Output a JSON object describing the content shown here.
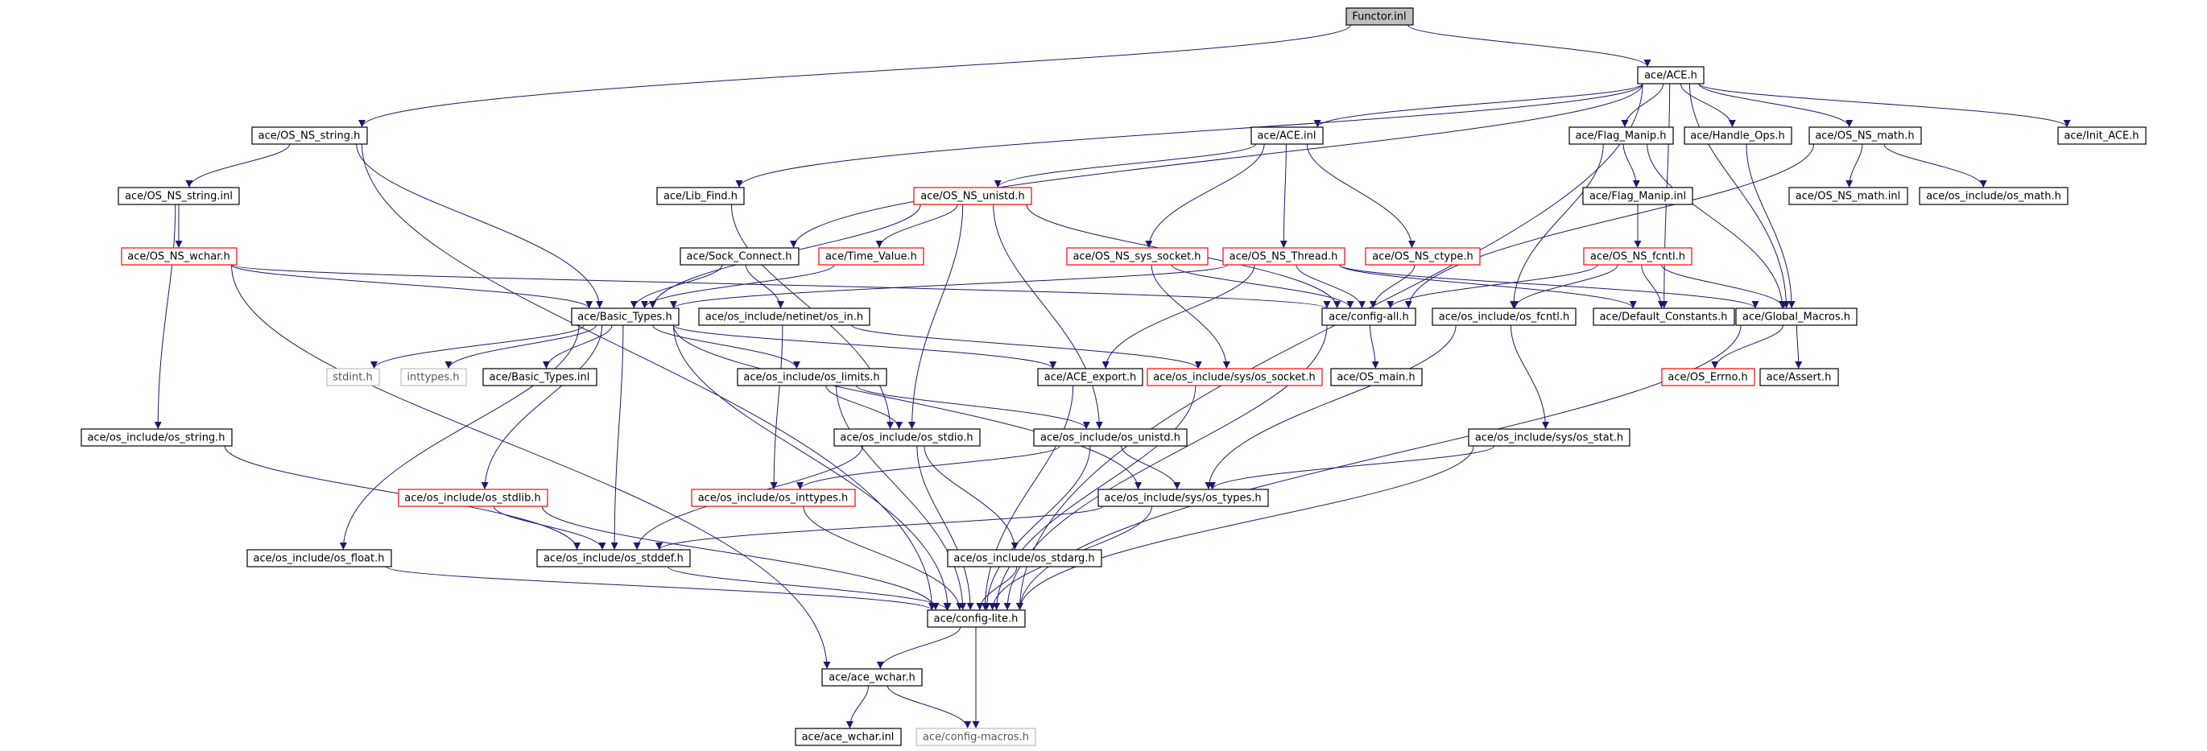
{
  "graph": {
    "root": "Functor.inl",
    "colors": {
      "edge": "#191970",
      "root_fill": "#bfbfbf",
      "normal_border": "#000000",
      "missing_border": "#ff0000",
      "external_border": "#bfbfbf"
    },
    "nodes": [
      {
        "id": "functor_inl",
        "label": "Functor.inl",
        "kind": "root"
      },
      {
        "id": "ace_h",
        "label": "ace/ACE.h",
        "kind": "normal"
      },
      {
        "id": "os_ns_string_h",
        "label": "ace/OS_NS_string.h",
        "kind": "normal"
      },
      {
        "id": "ace_inl",
        "label": "ace/ACE.inl",
        "kind": "normal"
      },
      {
        "id": "flag_manip_h",
        "label": "ace/Flag_Manip.h",
        "kind": "normal"
      },
      {
        "id": "handle_ops_h",
        "label": "ace/Handle_Ops.h",
        "kind": "normal"
      },
      {
        "id": "os_ns_math_h",
        "label": "ace/OS_NS_math.h",
        "kind": "normal"
      },
      {
        "id": "init_ace_h",
        "label": "ace/Init_ACE.h",
        "kind": "normal"
      },
      {
        "id": "os_ns_string_inl",
        "label": "ace/OS_NS_string.inl",
        "kind": "normal"
      },
      {
        "id": "lib_find_h",
        "label": "ace/Lib_Find.h",
        "kind": "normal"
      },
      {
        "id": "os_ns_unistd_h",
        "label": "ace/OS_NS_unistd.h",
        "kind": "red"
      },
      {
        "id": "flag_manip_inl",
        "label": "ace/Flag_Manip.inl",
        "kind": "normal"
      },
      {
        "id": "os_ns_math_inl",
        "label": "ace/OS_NS_math.inl",
        "kind": "normal"
      },
      {
        "id": "os_math_h",
        "label": "ace/os_include/os_math.h",
        "kind": "normal"
      },
      {
        "id": "os_ns_wchar_h",
        "label": "ace/OS_NS_wchar.h",
        "kind": "red"
      },
      {
        "id": "sock_connect_h",
        "label": "ace/Sock_Connect.h",
        "kind": "normal"
      },
      {
        "id": "time_value_h",
        "label": "ace/Time_Value.h",
        "kind": "red"
      },
      {
        "id": "os_ns_sys_socket_h",
        "label": "ace/OS_NS_sys_socket.h",
        "kind": "red"
      },
      {
        "id": "os_ns_thread_h",
        "label": "ace/OS_NS_Thread.h",
        "kind": "red"
      },
      {
        "id": "os_ns_ctype_h",
        "label": "ace/OS_NS_ctype.h",
        "kind": "red"
      },
      {
        "id": "os_ns_fcntl_h",
        "label": "ace/OS_NS_fcntl.h",
        "kind": "red"
      },
      {
        "id": "basic_types_h",
        "label": "ace/Basic_Types.h",
        "kind": "normal"
      },
      {
        "id": "netinet_os_in_h",
        "label": "ace/os_include/netinet/os_in.h",
        "kind": "normal"
      },
      {
        "id": "config_all_h",
        "label": "ace/config-all.h",
        "kind": "normal"
      },
      {
        "id": "os_fcntl_h",
        "label": "ace/os_include/os_fcntl.h",
        "kind": "normal"
      },
      {
        "id": "default_constants_h",
        "label": "ace/Default_Constants.h",
        "kind": "normal"
      },
      {
        "id": "global_macros_h",
        "label": "ace/Global_Macros.h",
        "kind": "normal"
      },
      {
        "id": "stdint_h",
        "label": "stdint.h",
        "kind": "gray"
      },
      {
        "id": "inttypes_h",
        "label": "inttypes.h",
        "kind": "gray"
      },
      {
        "id": "basic_types_inl",
        "label": "ace/Basic_Types.inl",
        "kind": "normal"
      },
      {
        "id": "os_limits_h",
        "label": "ace/os_include/os_limits.h",
        "kind": "normal"
      },
      {
        "id": "ace_export_h",
        "label": "ace/ACE_export.h",
        "kind": "normal"
      },
      {
        "id": "sys_os_socket_h",
        "label": "ace/os_include/sys/os_socket.h",
        "kind": "red"
      },
      {
        "id": "os_main_h",
        "label": "ace/OS_main.h",
        "kind": "normal"
      },
      {
        "id": "os_errno_h",
        "label": "ace/OS_Errno.h",
        "kind": "red"
      },
      {
        "id": "assert_h",
        "label": "ace/Assert.h",
        "kind": "normal"
      },
      {
        "id": "os_string_h",
        "label": "ace/os_include/os_string.h",
        "kind": "normal"
      },
      {
        "id": "os_stdio_h",
        "label": "ace/os_include/os_stdio.h",
        "kind": "normal"
      },
      {
        "id": "os_unistd_h",
        "label": "ace/os_include/os_unistd.h",
        "kind": "normal"
      },
      {
        "id": "sys_os_stat_h",
        "label": "ace/os_include/sys/os_stat.h",
        "kind": "normal"
      },
      {
        "id": "os_stdlib_h",
        "label": "ace/os_include/os_stdlib.h",
        "kind": "red"
      },
      {
        "id": "os_inttypes_h",
        "label": "ace/os_include/os_inttypes.h",
        "kind": "red"
      },
      {
        "id": "sys_os_types_h",
        "label": "ace/os_include/sys/os_types.h",
        "kind": "normal"
      },
      {
        "id": "os_float_h",
        "label": "ace/os_include/os_float.h",
        "kind": "normal"
      },
      {
        "id": "os_stddef_h",
        "label": "ace/os_include/os_stddef.h",
        "kind": "normal"
      },
      {
        "id": "os_stdarg_h",
        "label": "ace/os_include/os_stdarg.h",
        "kind": "normal"
      },
      {
        "id": "config_lite_h",
        "label": "ace/config-lite.h",
        "kind": "normal"
      },
      {
        "id": "ace_wchar_h",
        "label": "ace/ace_wchar.h",
        "kind": "normal"
      },
      {
        "id": "ace_wchar_inl",
        "label": "ace/ace_wchar.inl",
        "kind": "normal"
      },
      {
        "id": "config_macros_h",
        "label": "ace/config-macros.h",
        "kind": "gray"
      }
    ],
    "edges": [
      [
        "functor_inl",
        "ace_h"
      ],
      [
        "functor_inl",
        "os_ns_string_h"
      ],
      [
        "ace_h",
        "ace_inl"
      ],
      [
        "ace_h",
        "lib_find_h"
      ],
      [
        "ace_h",
        "sock_connect_h"
      ],
      [
        "ace_h",
        "flag_manip_h"
      ],
      [
        "ace_h",
        "handle_ops_h"
      ],
      [
        "ace_h",
        "os_ns_math_h"
      ],
      [
        "ace_h",
        "init_ace_h"
      ],
      [
        "ace_h",
        "default_constants_h"
      ],
      [
        "ace_h",
        "config_lite_h"
      ],
      [
        "ace_h",
        "global_macros_h"
      ],
      [
        "os_ns_string_h",
        "os_ns_string_inl"
      ],
      [
        "os_ns_string_h",
        "basic_types_h"
      ],
      [
        "os_ns_string_h",
        "config_lite_h"
      ],
      [
        "os_ns_string_inl",
        "os_ns_wchar_h"
      ],
      [
        "os_ns_string_inl",
        "os_string_h"
      ],
      [
        "os_ns_wchar_h",
        "basic_types_h"
      ],
      [
        "os_ns_wchar_h",
        "ace_wchar_h"
      ],
      [
        "os_ns_wchar_h",
        "config_all_h"
      ],
      [
        "ace_inl",
        "os_ns_unistd_h"
      ],
      [
        "ace_inl",
        "os_ns_sys_socket_h"
      ],
      [
        "ace_inl",
        "os_ns_thread_h"
      ],
      [
        "ace_inl",
        "os_ns_ctype_h"
      ],
      [
        "lib_find_h",
        "os_stdio_h"
      ],
      [
        "os_ns_unistd_h",
        "time_value_h"
      ],
      [
        "os_ns_unistd_h",
        "basic_types_h"
      ],
      [
        "os_ns_unistd_h",
        "os_stdio_h"
      ],
      [
        "os_ns_unistd_h",
        "os_unistd_h"
      ],
      [
        "os_ns_unistd_h",
        "config_all_h"
      ],
      [
        "time_value_h",
        "basic_types_h"
      ],
      [
        "sock_connect_h",
        "basic_types_h"
      ],
      [
        "sock_connect_h",
        "netinet_os_in_h"
      ],
      [
        "os_ns_sys_socket_h",
        "sys_os_socket_h"
      ],
      [
        "os_ns_sys_socket_h",
        "config_all_h"
      ],
      [
        "os_ns_thread_h",
        "config_all_h"
      ],
      [
        "os_ns_thread_h",
        "ace_export_h"
      ],
      [
        "os_ns_thread_h",
        "basic_types_h"
      ],
      [
        "os_ns_thread_h",
        "default_constants_h"
      ],
      [
        "os_ns_thread_h",
        "global_macros_h"
      ],
      [
        "os_ns_ctype_h",
        "config_all_h"
      ],
      [
        "flag_manip_h",
        "flag_manip_inl"
      ],
      [
        "flag_manip_h",
        "os_fcntl_h"
      ],
      [
        "flag_manip_h",
        "global_macros_h"
      ],
      [
        "flag_manip_inl",
        "os_ns_fcntl_h"
      ],
      [
        "handle_ops_h",
        "global_macros_h"
      ],
      [
        "os_ns_math_h",
        "os_ns_math_inl"
      ],
      [
        "os_ns_math_h",
        "os_math_h"
      ],
      [
        "os_ns_math_h",
        "config_all_h"
      ],
      [
        "os_ns_fcntl_h",
        "config_all_h"
      ],
      [
        "os_ns_fcntl_h",
        "os_fcntl_h"
      ],
      [
        "os_ns_fcntl_h",
        "default_constants_h"
      ],
      [
        "os_ns_fcntl_h",
        "global_macros_h"
      ],
      [
        "basic_types_h",
        "stdint_h"
      ],
      [
        "basic_types_h",
        "inttypes_h"
      ],
      [
        "basic_types_h",
        "basic_types_inl"
      ],
      [
        "basic_types_h",
        "os_limits_h"
      ],
      [
        "basic_types_h",
        "ace_export_h"
      ],
      [
        "basic_types_h",
        "os_stdlib_h"
      ],
      [
        "basic_types_h",
        "os_float_h"
      ],
      [
        "basic_types_h",
        "os_stddef_h"
      ],
      [
        "basic_types_h",
        "config_lite_h"
      ],
      [
        "basic_types_h",
        "sys_os_types_h"
      ],
      [
        "netinet_os_in_h",
        "os_inttypes_h"
      ],
      [
        "netinet_os_in_h",
        "sys_os_socket_h"
      ],
      [
        "config_all_h",
        "os_main_h"
      ],
      [
        "config_all_h",
        "config_lite_h"
      ],
      [
        "os_fcntl_h",
        "sys_os_stat_h"
      ],
      [
        "os_fcntl_h",
        "sys_os_types_h"
      ],
      [
        "global_macros_h",
        "os_errno_h"
      ],
      [
        "global_macros_h",
        "assert_h"
      ],
      [
        "global_macros_h",
        "config_lite_h"
      ],
      [
        "os_limits_h",
        "os_stdio_h"
      ],
      [
        "os_limits_h",
        "os_unistd_h"
      ],
      [
        "os_limits_h",
        "config_lite_h"
      ],
      [
        "ace_export_h",
        "config_lite_h"
      ],
      [
        "sys_os_socket_h",
        "config_lite_h"
      ],
      [
        "os_string_h",
        "os_stddef_h"
      ],
      [
        "os_stdio_h",
        "os_stddef_h"
      ],
      [
        "os_stdio_h",
        "os_stdarg_h"
      ],
      [
        "os_stdio_h",
        "config_lite_h"
      ],
      [
        "os_unistd_h",
        "os_inttypes_h"
      ],
      [
        "os_unistd_h",
        "sys_os_types_h"
      ],
      [
        "os_unistd_h",
        "config_lite_h"
      ],
      [
        "sys_os_stat_h",
        "sys_os_types_h"
      ],
      [
        "sys_os_stat_h",
        "config_lite_h"
      ],
      [
        "os_stdlib_h",
        "os_stddef_h"
      ],
      [
        "os_stdlib_h",
        "config_lite_h"
      ],
      [
        "os_inttypes_h",
        "config_lite_h"
      ],
      [
        "sys_os_types_h",
        "os_stddef_h"
      ],
      [
        "sys_os_types_h",
        "config_lite_h"
      ],
      [
        "os_float_h",
        "config_lite_h"
      ],
      [
        "os_stddef_h",
        "config_lite_h"
      ],
      [
        "os_stdarg_h",
        "config_lite_h"
      ],
      [
        "config_lite_h",
        "ace_wchar_h"
      ],
      [
        "config_lite_h",
        "config_macros_h"
      ],
      [
        "ace_wchar_h",
        "ace_wchar_inl"
      ],
      [
        "ace_wchar_h",
        "config_macros_h"
      ]
    ]
  }
}
